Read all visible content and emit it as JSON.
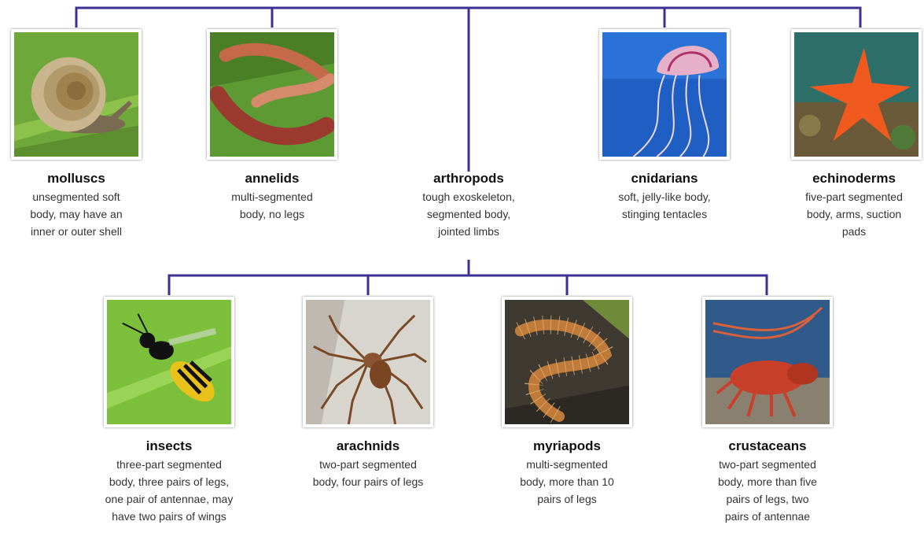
{
  "diagram": {
    "line_color": "#3b3192",
    "top_level": [
      {
        "id": "molluscs",
        "name": "molluscs",
        "desc": [
          "unsegmented soft",
          "body, may have an",
          "inner or outer shell"
        ],
        "photo_icon": "snail"
      },
      {
        "id": "annelids",
        "name": "annelids",
        "desc": [
          "multi-segmented",
          "body, no legs"
        ],
        "photo_icon": "earthworm"
      },
      {
        "id": "arthropods",
        "name": "arthropods",
        "desc": [
          "tough exoskeleton,",
          "segmented body,",
          "jointed limbs"
        ],
        "photo_icon": ""
      },
      {
        "id": "cnidarians",
        "name": "cnidarians",
        "desc": [
          "soft, jelly-like body,",
          "stinging tentacles"
        ],
        "photo_icon": "jellyfish"
      },
      {
        "id": "echinoderms",
        "name": "echinoderms",
        "desc": [
          "five-part segmented",
          "body, arms, suction",
          "pads"
        ],
        "photo_icon": "starfish"
      }
    ],
    "arthropod_groups": [
      {
        "id": "insects",
        "name": "insects",
        "desc": [
          "three-part segmented",
          "body, three pairs of legs,",
          "one pair of antennae, may",
          "have two pairs of wings"
        ],
        "photo_icon": "wasp"
      },
      {
        "id": "arachnids",
        "name": "arachnids",
        "desc": [
          "two-part segmented",
          "body, four pairs of legs"
        ],
        "photo_icon": "spider"
      },
      {
        "id": "myriapods",
        "name": "myriapods",
        "desc": [
          "multi-segmented",
          "body, more than 10",
          "pairs of legs"
        ],
        "photo_icon": "centipede"
      },
      {
        "id": "crustaceans",
        "name": "crustaceans",
        "desc": [
          "two-part segmented",
          "body, more than five",
          "pairs of legs, two",
          "pairs of antennae"
        ],
        "photo_icon": "lobster"
      }
    ]
  }
}
